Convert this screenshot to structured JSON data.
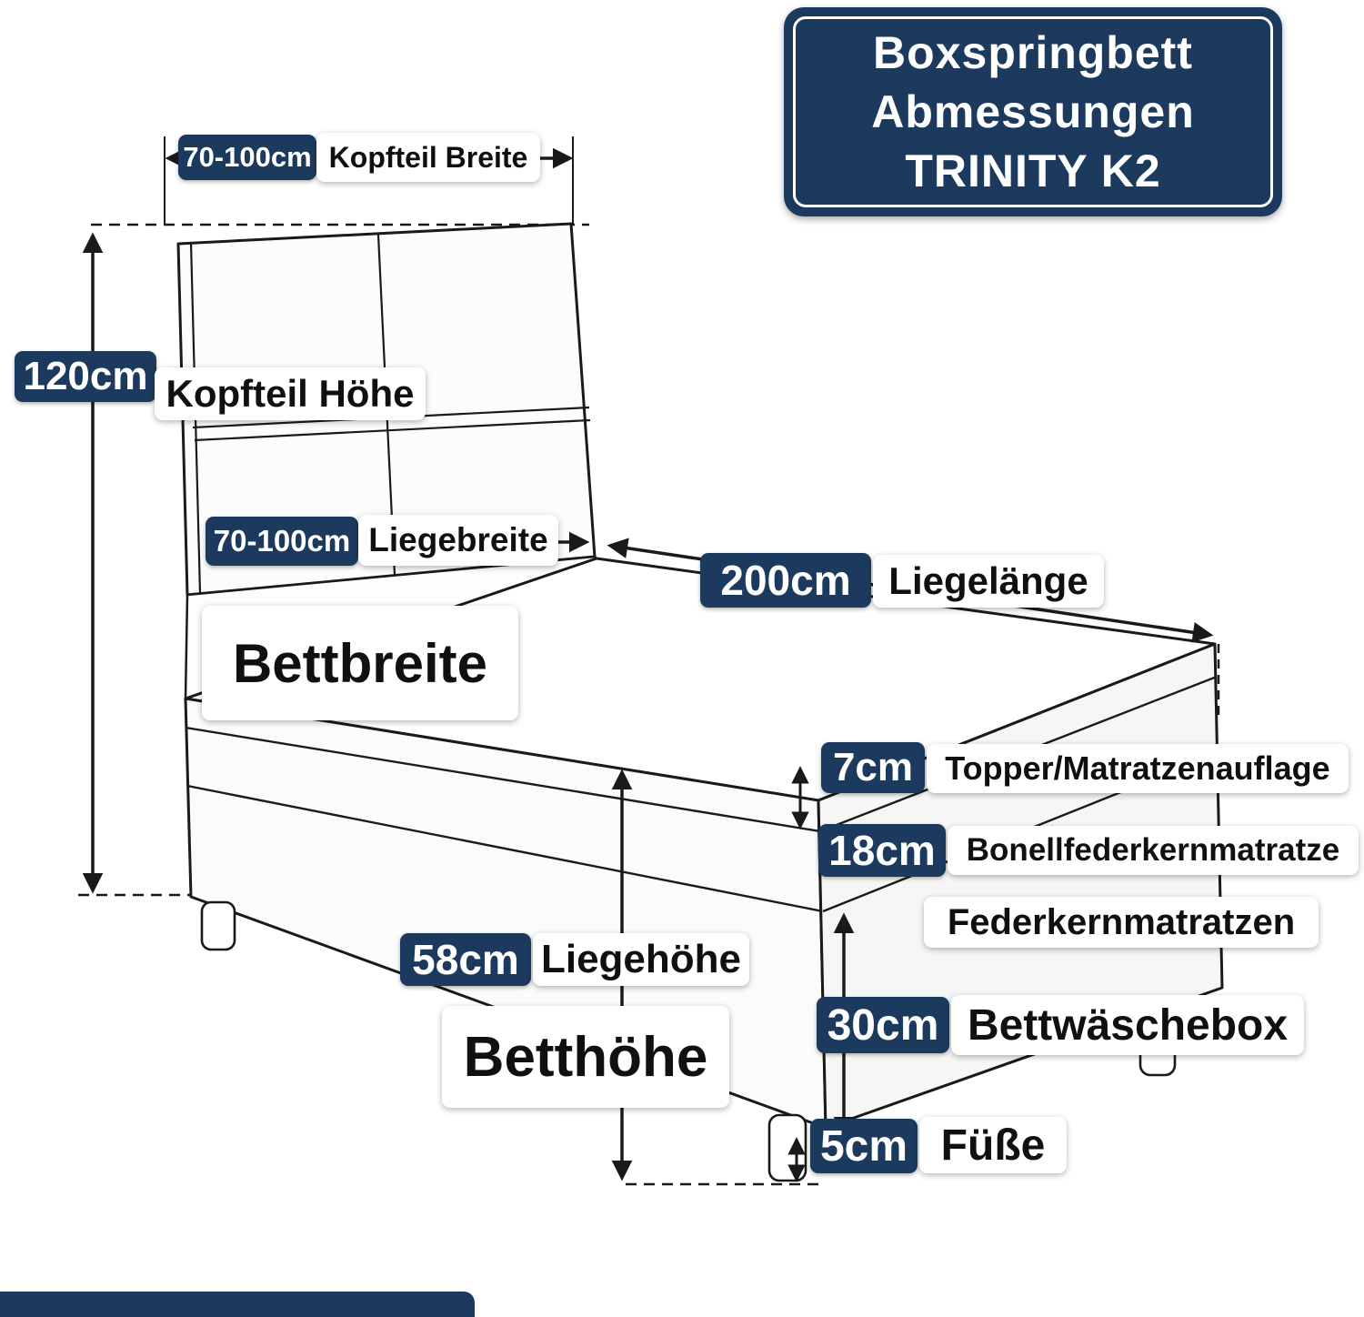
{
  "colors": {
    "navy": "#1c3a5e",
    "line": "#1a1a1a",
    "label_bg": "#ffffff"
  },
  "title": {
    "lines": [
      "Boxspringbett",
      "Abmessungen",
      "TRINITY K2"
    ]
  },
  "measurements": {
    "kopfteil_breite": {
      "value": "70-100cm",
      "label": "Kopfteil Breite"
    },
    "kopfteil_hoehe": {
      "value": "120cm",
      "label": "Kopfteil Höhe"
    },
    "liegebreite": {
      "value": "70-100cm",
      "label": "Liegebreite"
    },
    "bettbreite": {
      "label": "Bettbreite"
    },
    "liegelaenge": {
      "value": "200cm",
      "label": "Liegelänge"
    },
    "topper": {
      "value": "7cm",
      "label": "Topper/Matratzenauflage"
    },
    "bonell": {
      "value": "18cm",
      "label": "Bonellfederkernmatratze"
    },
    "federkern": {
      "label": "Federkernmatratzen"
    },
    "liegehoehe": {
      "value": "58cm",
      "label": "Liegehöhe"
    },
    "betthoehe": {
      "label": "Betthöhe"
    },
    "bettwaeschebox": {
      "value": "30cm",
      "label": "Bettwäschebox"
    },
    "fuesse": {
      "value": "5cm",
      "label": "Füße"
    }
  }
}
